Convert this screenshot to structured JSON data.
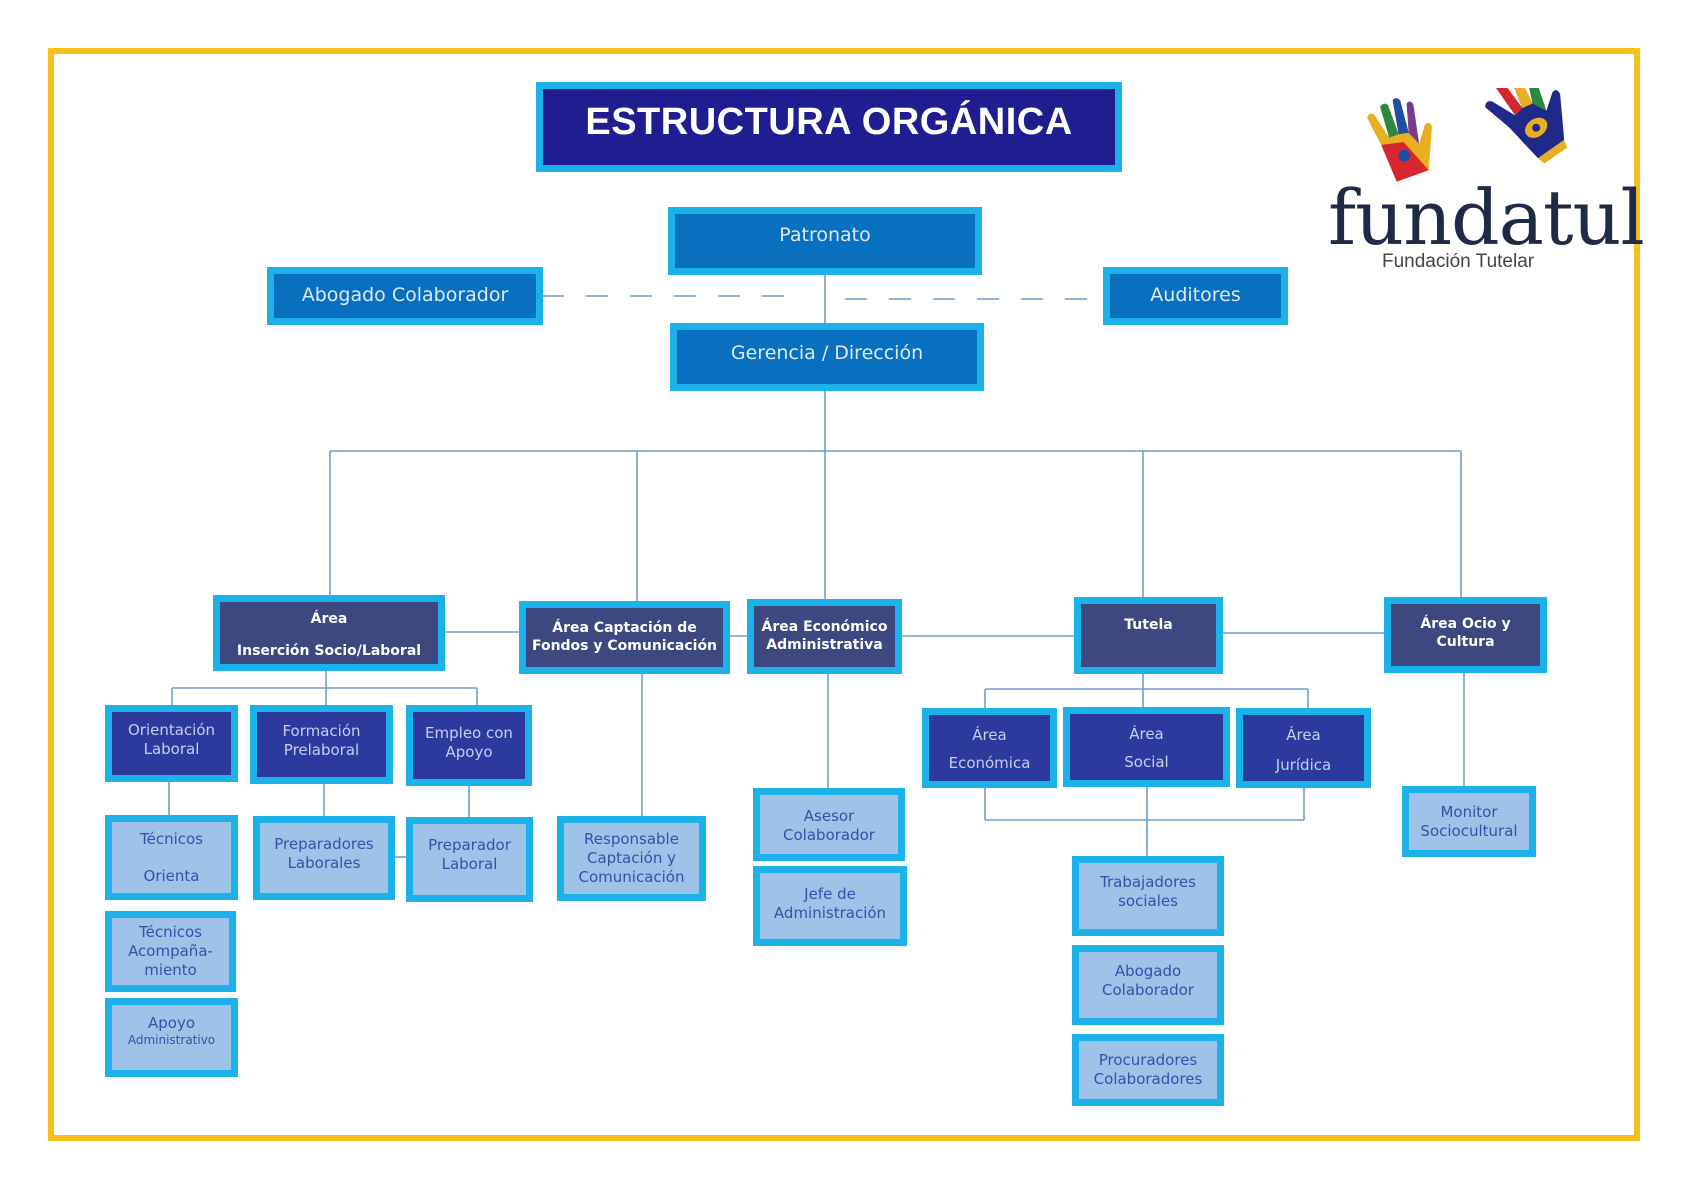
{
  "title": "ESTRUCTURA ORGÁNICA",
  "logo": {
    "name": "fundatul",
    "subtitle": "Fundación Tutelar"
  },
  "top": {
    "patronato": "Patronato",
    "abogado": "Abogado Colaborador",
    "auditores": "Auditores",
    "gerencia": "Gerencia / Dirección"
  },
  "areas": {
    "insercion": [
      "Área",
      "Inserción Socio/Laboral"
    ],
    "captacion": [
      "Área Captación de",
      "Fondos y Comunicación"
    ],
    "economico": [
      "Área Económico",
      "Administrativa"
    ],
    "tutela": [
      "Tutela"
    ],
    "ocio": [
      "Área Ocio y",
      "Cultura"
    ]
  },
  "insercion_sub": {
    "orientacion": [
      "Orientación",
      "Laboral"
    ],
    "formacion": [
      "Formación",
      "Prelaboral"
    ],
    "empleo": [
      "Empleo con",
      "Apoyo"
    ],
    "tecnicos_orienta": [
      "Técnicos",
      "Orienta"
    ],
    "tecnicos_acomp": [
      "Técnicos",
      "Acompaña-",
      "miento"
    ],
    "apoyo_admin": [
      "Apoyo",
      "Administrativo"
    ],
    "preparadores": [
      "Preparadores",
      "Laborales"
    ],
    "preparador": [
      "Preparador",
      "Laboral"
    ]
  },
  "captacion_sub": {
    "responsable": [
      "Responsable",
      "Captación y",
      "Comunicación"
    ]
  },
  "economico_sub": {
    "asesor": [
      "Asesor",
      "Colaborador"
    ],
    "jefe": [
      "Jefe de",
      "Administración"
    ]
  },
  "tutela_sub": {
    "area_economica": [
      "Área",
      "Económica"
    ],
    "area_social": [
      "Área",
      "Social"
    ],
    "area_juridica": [
      "Área",
      "Jurídica"
    ],
    "trabajadores": [
      "Trabajadores",
      "sociales"
    ],
    "abogado": [
      "Abogado",
      "Colaborador"
    ],
    "procuradores": [
      "Procuradores",
      "Colaboradores"
    ]
  },
  "ocio_sub": {
    "monitor": [
      "Monitor",
      "Sociocultural"
    ]
  },
  "colors": {
    "frame": "#f8c018",
    "box_border": "#1bb1e9",
    "title_fill": "#1f1d8f",
    "top_fill": "#0970c0",
    "area_fill": "#3d4780",
    "sub_fill": "#2c3a9e",
    "leaf_fill": "#9ec2e8",
    "connector": "#6a9fcf"
  }
}
